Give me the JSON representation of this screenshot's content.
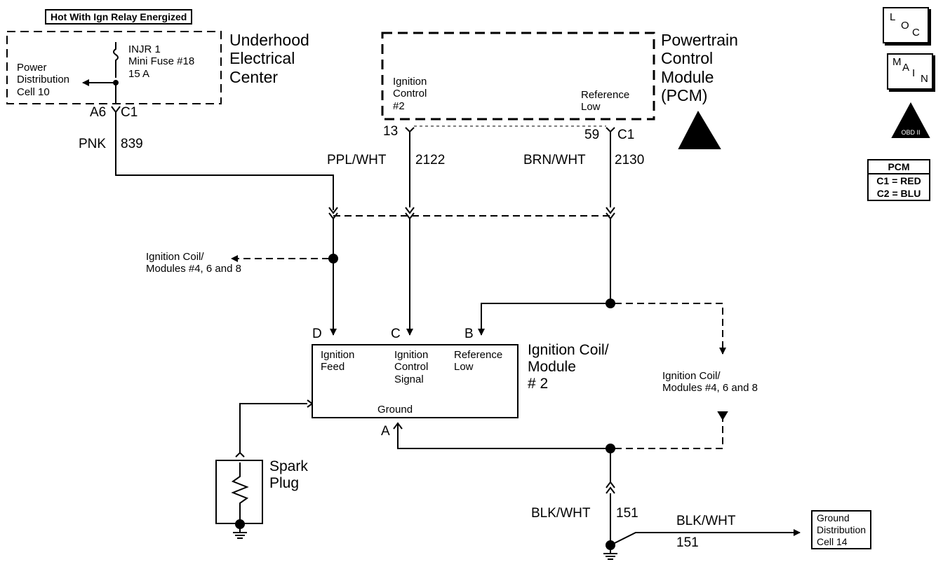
{
  "header_label": "Hot With Ign Relay Energized",
  "underhood": {
    "title": "Underhood\nElectrical\nCenter",
    "fuse": "INJR 1\nMini Fuse #18\n15 A",
    "power_dist": "Power\nDistribution\nCell 10",
    "connector_pin": "A6",
    "connector": "C1"
  },
  "pcm": {
    "title": "Powertrain\nControl\nModule\n(PCM)",
    "ign_ctrl": "Ignition\nControl\n#2",
    "ref_low": "Reference\nLow",
    "pin_13": "13",
    "pin_59": "59",
    "connector": "C1"
  },
  "wires": {
    "pnk_color": "PNK",
    "pnk_num": "839",
    "ppl_color": "PPL/WHT",
    "ppl_num": "2122",
    "brn_color": "BRN/WHT",
    "brn_num": "2130",
    "blk_color": "BLK/WHT",
    "blk_num": "151",
    "blk2_color": "BLK/WHT",
    "blk2_num": "151"
  },
  "coil_refs": {
    "left": "Ignition Coil/\nModules #4, 6 and 8",
    "right": "Ignition Coil/\nModules #4, 6 and 8"
  },
  "coil_module": {
    "title": "Ignition Coil/\nModule\n# 2",
    "pin_d": "D",
    "pin_c": "C",
    "pin_b": "B",
    "pin_a": "A",
    "feed": "Ignition\nFeed",
    "signal": "Ignition\nControl\nSignal",
    "ref_low": "Reference\nLow",
    "ground": "Ground"
  },
  "spark_plug": "Spark\nPlug",
  "ground_dist": "Ground\nDistribution\nCell 14",
  "legend": {
    "loc": [
      "L",
      "O",
      "C"
    ],
    "main": [
      "M",
      "A",
      "I",
      "N"
    ],
    "obd": "OBD II",
    "pcm_header": "PCM",
    "c1": "C1 = RED",
    "c2": "C2 = BLU"
  }
}
